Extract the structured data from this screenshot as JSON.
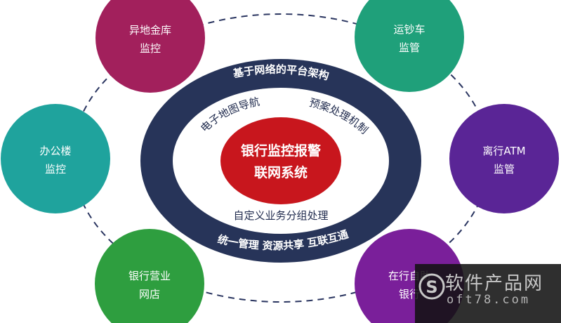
{
  "core": {
    "line1": "银行监控报警",
    "line2": "联网系统",
    "color": "#c8161d"
  },
  "ring": {
    "top_label": "基于网络的平台架构",
    "bottom_label": "统一管理  资源共享  互联互通",
    "color": "#273459"
  },
  "inner": {
    "left_label": "电子地图导航",
    "right_label": "预案处理机制",
    "bottom_label": "自定义业务分组处理"
  },
  "nodes": [
    {
      "id": "remote-vault",
      "line1": "异地金库",
      "line2": "监控",
      "color": "#a2205c"
    },
    {
      "id": "cash-transport",
      "line1": "运钞车",
      "line2": "监管",
      "color": "#1fa07a"
    },
    {
      "id": "office-building",
      "line1": "办公楼",
      "line2": "监控",
      "color": "#1fa39d"
    },
    {
      "id": "offbank-atm",
      "line1": "离行ATM",
      "line2": "监管",
      "color": "#5a2596"
    },
    {
      "id": "bank-branch",
      "line1": "银行营业",
      "line2": "网店",
      "color": "#2e9e3f"
    },
    {
      "id": "selfservice-bank",
      "line1": "在行自助",
      "line2": "银行",
      "color": "#7a1f9a"
    }
  ],
  "watermark": {
    "title": "软件产品网",
    "domain": "oft78.com",
    "logo_letter": "S"
  }
}
